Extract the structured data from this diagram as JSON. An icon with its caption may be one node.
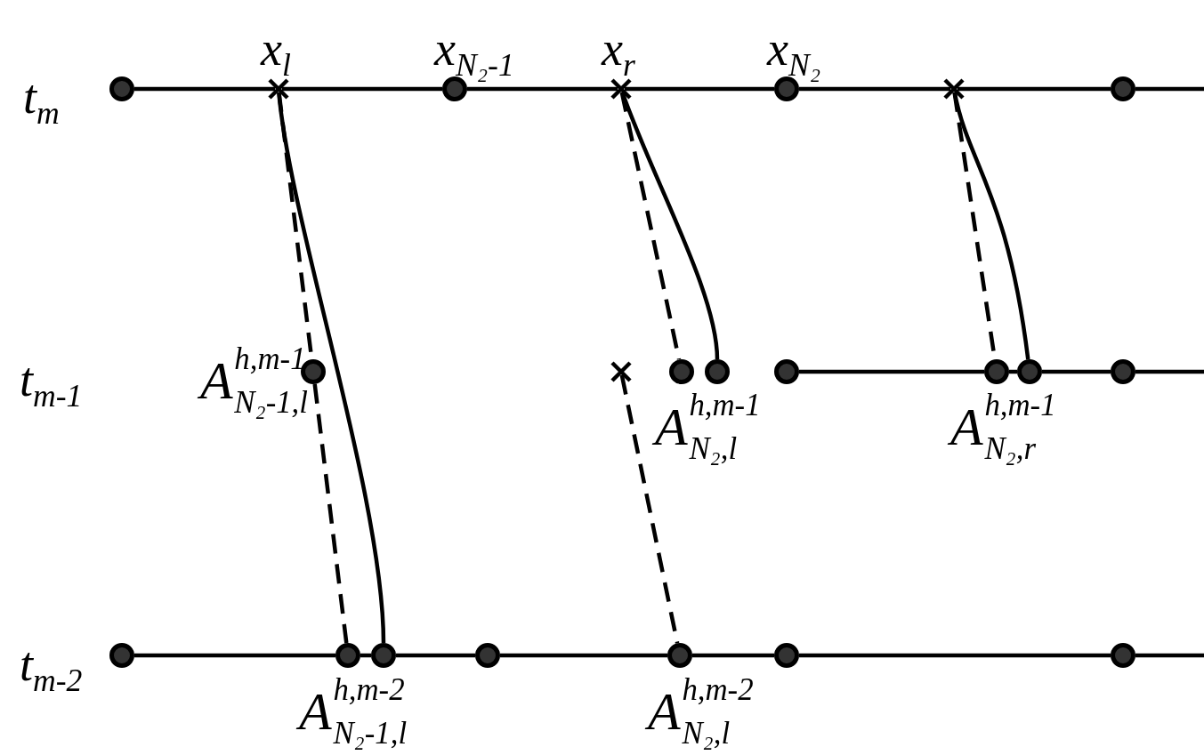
{
  "diagram": {
    "nodes": [
      {
        "text": [],
        "shape": "circle"
      },
      {
        "text": [],
        "shape": "cross",
        "beside": [
          "x$_{l}$"
        ]
      },
      {
        "text": [],
        "shape": "circle",
        "beside": [
          "x$_{N₂-1}$"
        ]
      },
      {
        "text": [],
        "shape": "cross",
        "beside": [
          "x$_{r}$"
        ]
      },
      {
        "text": [],
        "shape": "circle",
        "beside": [
          "x$_{N₂}$"
        ]
      },
      {
        "text": [],
        "shape": "cross"
      },
      {
        "text": [],
        "shape": "circle"
      },
      {
        "text": [],
        "shape": "circle",
        "beside": [
          "A$^{h,m-1}$$_{N₂-1,l}$"
        ]
      },
      {
        "text": [],
        "shape": "cross"
      },
      {
        "text": [],
        "shape": "circle",
        "beside": [
          "A$^{h,m-1}$$_{N₂,l}$"
        ]
      },
      {
        "text": [],
        "shape": "circle"
      },
      {
        "text": [],
        "shape": "circle"
      },
      {
        "text": [],
        "shape": "circle",
        "beside": [
          "A$^{h,m-1}$$_{N₂,r}$"
        ]
      },
      {
        "text": [],
        "shape": "circle"
      },
      {
        "text": [],
        "shape": "circle"
      },
      {
        "text": [],
        "shape": "circle"
      },
      {
        "text": [],
        "shape": "circle",
        "beside": [
          "A$^{h,m-2}$$_{N₂-1,l}$"
        ]
      },
      {
        "text": [],
        "shape": "circle"
      },
      {
        "text": [],
        "shape": "circle"
      },
      {
        "text": [],
        "shape": "circle",
        "beside": [
          "A$^{h,m-2}$$_{N₂,l}$"
        ]
      },
      {
        "text": [],
        "shape": "circle"
      },
      {
        "text": [],
        "shape": "circle"
      }
    ],
    "edges": [
      {
        "from": 0,
        "to": 1,
        "arrow": "none"
      },
      {
        "from": 1,
        "to": 2,
        "arrow": "none"
      },
      {
        "from": 2,
        "to": 3,
        "arrow": "none"
      },
      {
        "from": 3,
        "to": 4,
        "arrow": "none"
      },
      {
        "from": 4,
        "to": 5,
        "arrow": "none"
      },
      {
        "from": 5,
        "to": 6,
        "arrow": "none"
      },
      {
        "from": 6,
        "to": null,
        "arrow": "none"
      },
      {
        "from": 11,
        "to": 12,
        "arrow": "none"
      },
      {
        "from": 12,
        "to": 13,
        "arrow": "none"
      },
      {
        "from": 13,
        "to": 14,
        "arrow": "none"
      },
      {
        "from": 14,
        "to": null,
        "arrow": "none"
      },
      {
        "from": 15,
        "to": 16,
        "arrow": "none"
      },
      {
        "from": 16,
        "to": 17,
        "arrow": "none"
      },
      {
        "from": 17,
        "to": 18,
        "arrow": "none"
      },
      {
        "from": 18,
        "to": 19,
        "arrow": "none"
      },
      {
        "from": 19,
        "to": 20,
        "arrow": "none"
      },
      {
        "from": 20,
        "to": 21,
        "arrow": "none"
      },
      {
        "from": 21,
        "to": null,
        "arrow": "none"
      },
      {
        "from": 1,
        "to": 7,
        "arrow": "none",
        "style": "dashed"
      },
      {
        "from": 7,
        "to": 16,
        "arrow": "none",
        "style": "dashed"
      },
      {
        "from": 1,
        "to": 17,
        "arrow": "none"
      },
      {
        "from": 3,
        "to": 9,
        "arrow": "none",
        "style": "dashed"
      },
      {
        "from": 3,
        "to": 10,
        "arrow": "none"
      },
      {
        "from": 8,
        "to": 19,
        "arrow": "none",
        "style": "dashed"
      },
      {
        "from": 5,
        "to": 12,
        "arrow": "none",
        "style": "dashed"
      },
      {
        "from": 5,
        "to": 13,
        "arrow": "none"
      }
    ],
    "labels": [
      "t$_{m}$",
      "t$_{m-1}$",
      "t$_{m-2}$"
    ]
  }
}
